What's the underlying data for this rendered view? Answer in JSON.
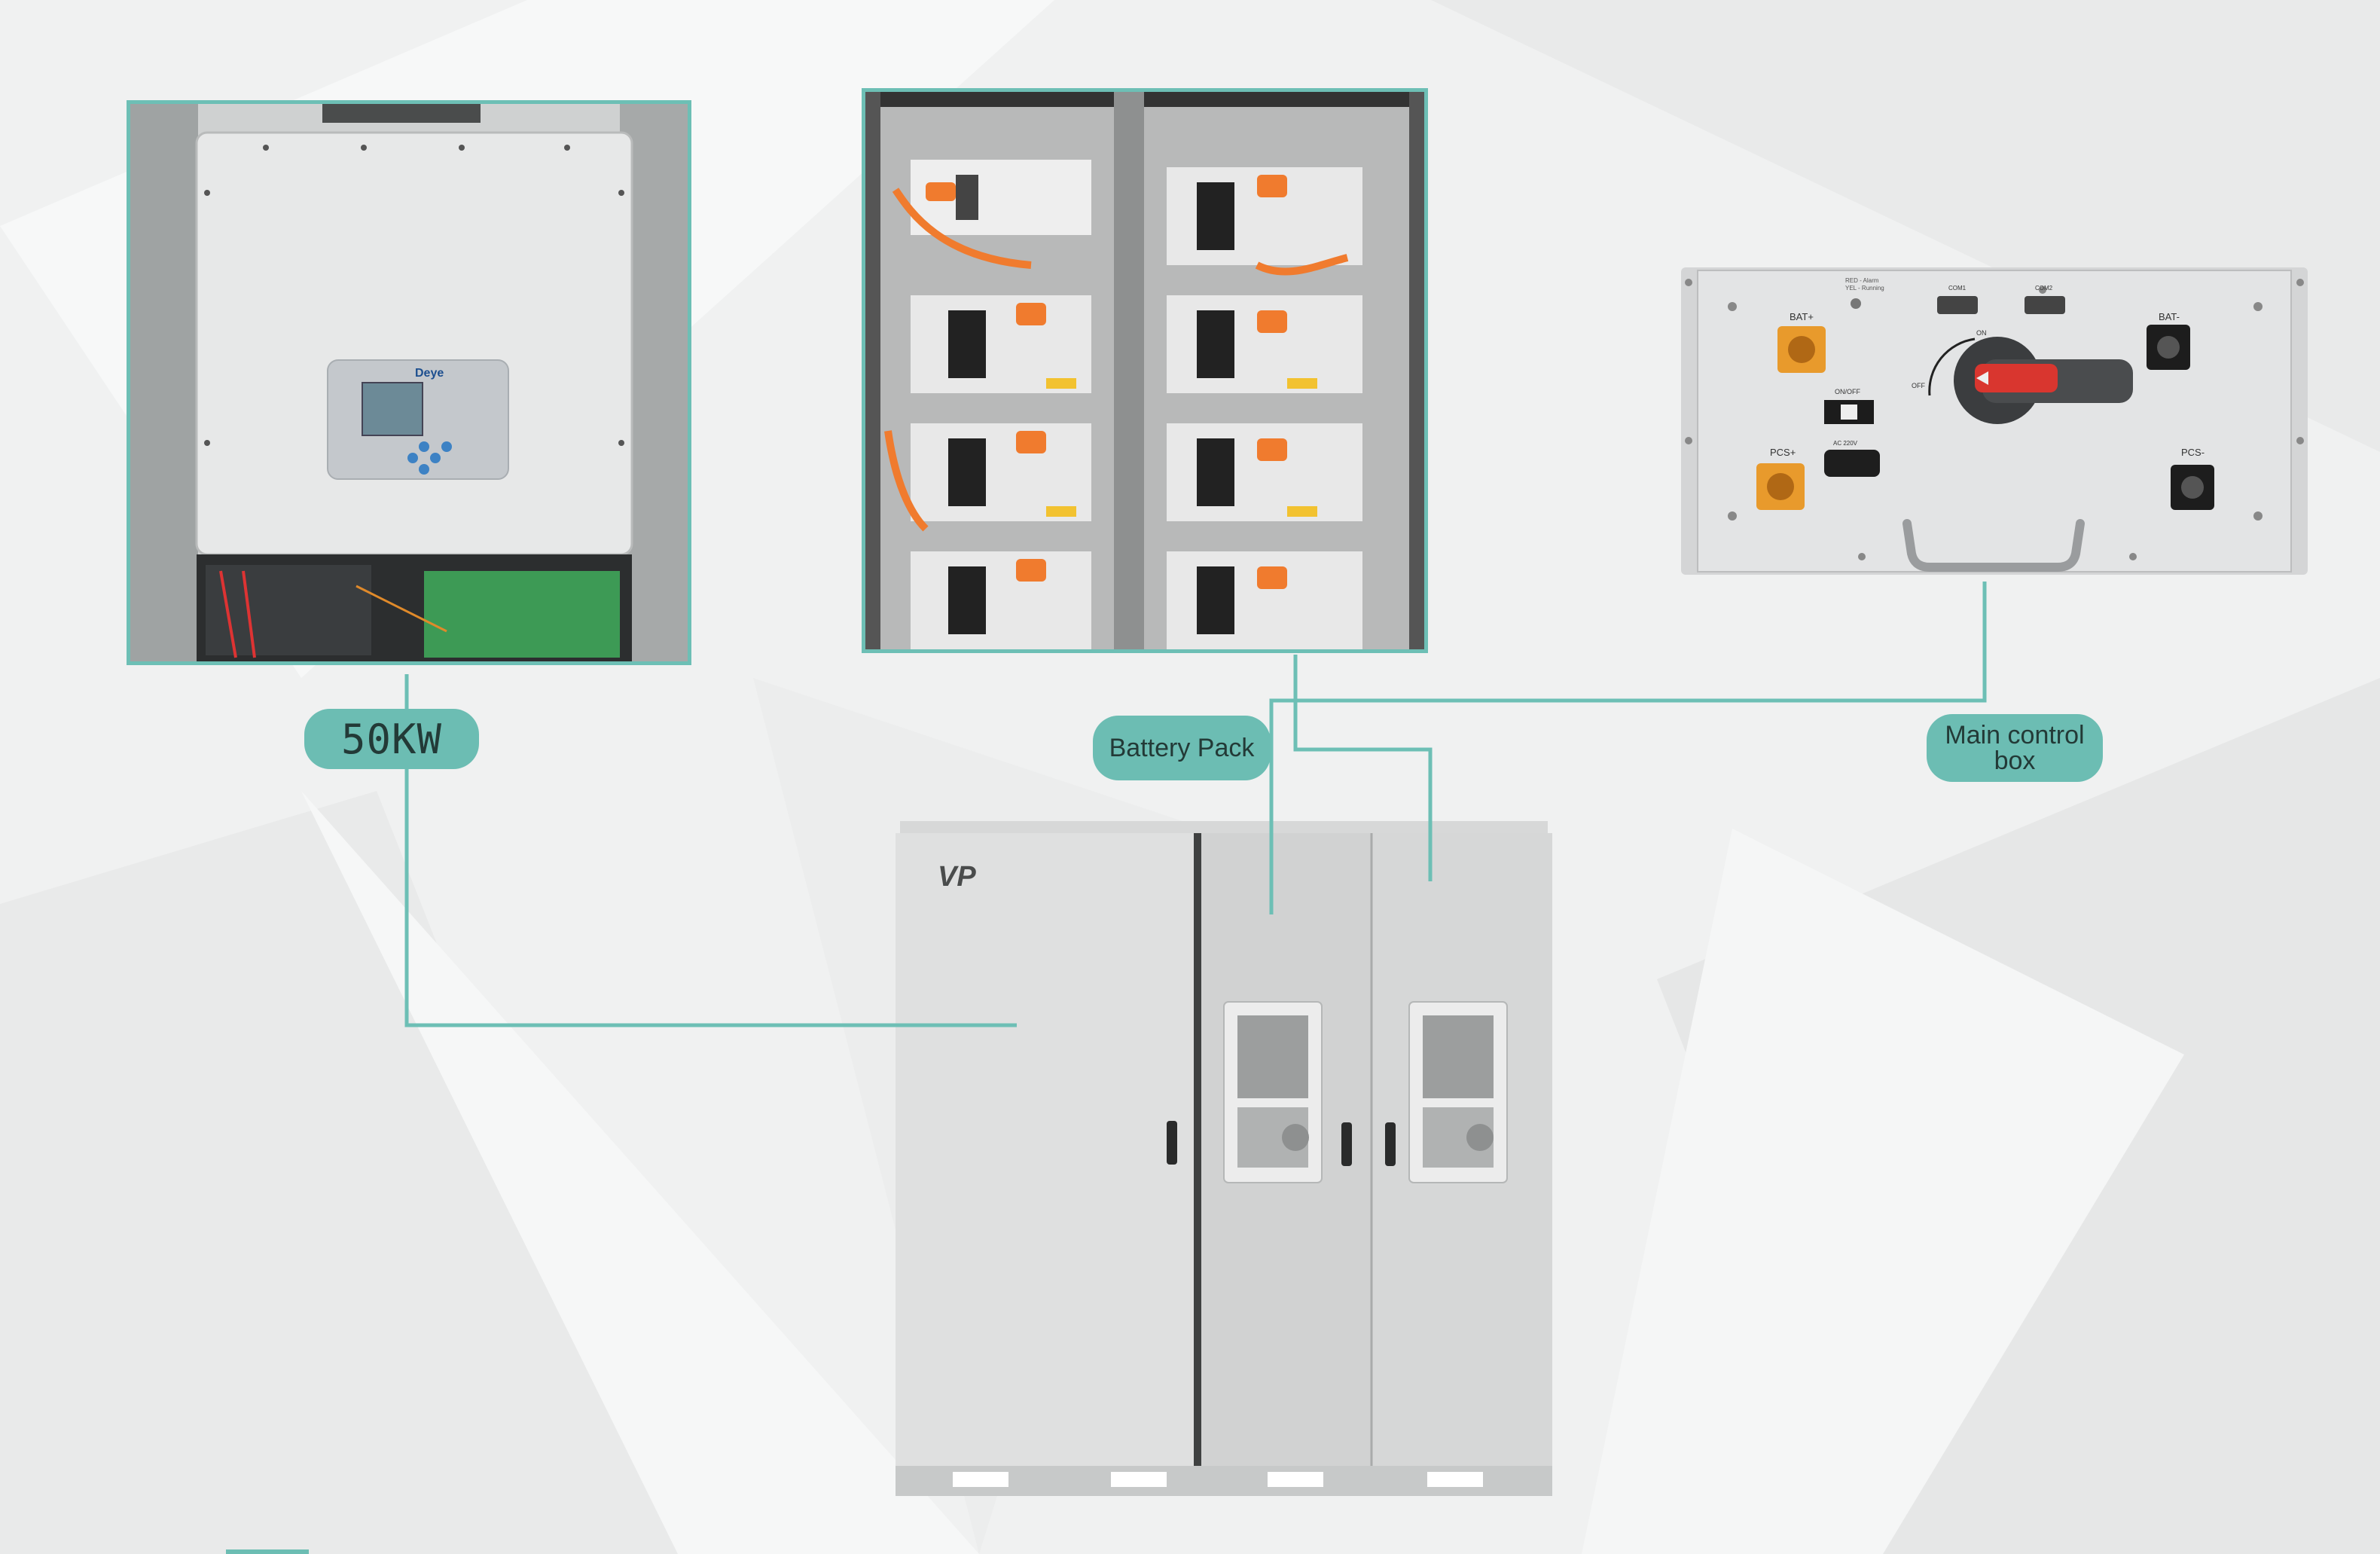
{
  "labels": {
    "inverter": "50KW",
    "battery_pack": "Battery Pack",
    "main_control_box": "Main control\nbox"
  },
  "inverter": {
    "brand": "Deye"
  },
  "control_box": {
    "bat_plus": "BAT+",
    "bat_minus": "BAT-",
    "pcs_plus": "PCS+",
    "pcs_minus": "PCS-",
    "on_off": "ON/OFF",
    "ac_input": "AC 220V",
    "com1": "COM1",
    "com2": "COM2",
    "alarm": "RED - Alarm",
    "running": "YEL - Running",
    "switch_on": "ON",
    "switch_off": "OFF"
  },
  "cabinet": {
    "logo": "VP"
  },
  "colors": {
    "accent": "#6cbdb3",
    "connector": "#6dbfb5",
    "cable_orange": "#f07b2e",
    "switch_red": "#d9362f"
  }
}
